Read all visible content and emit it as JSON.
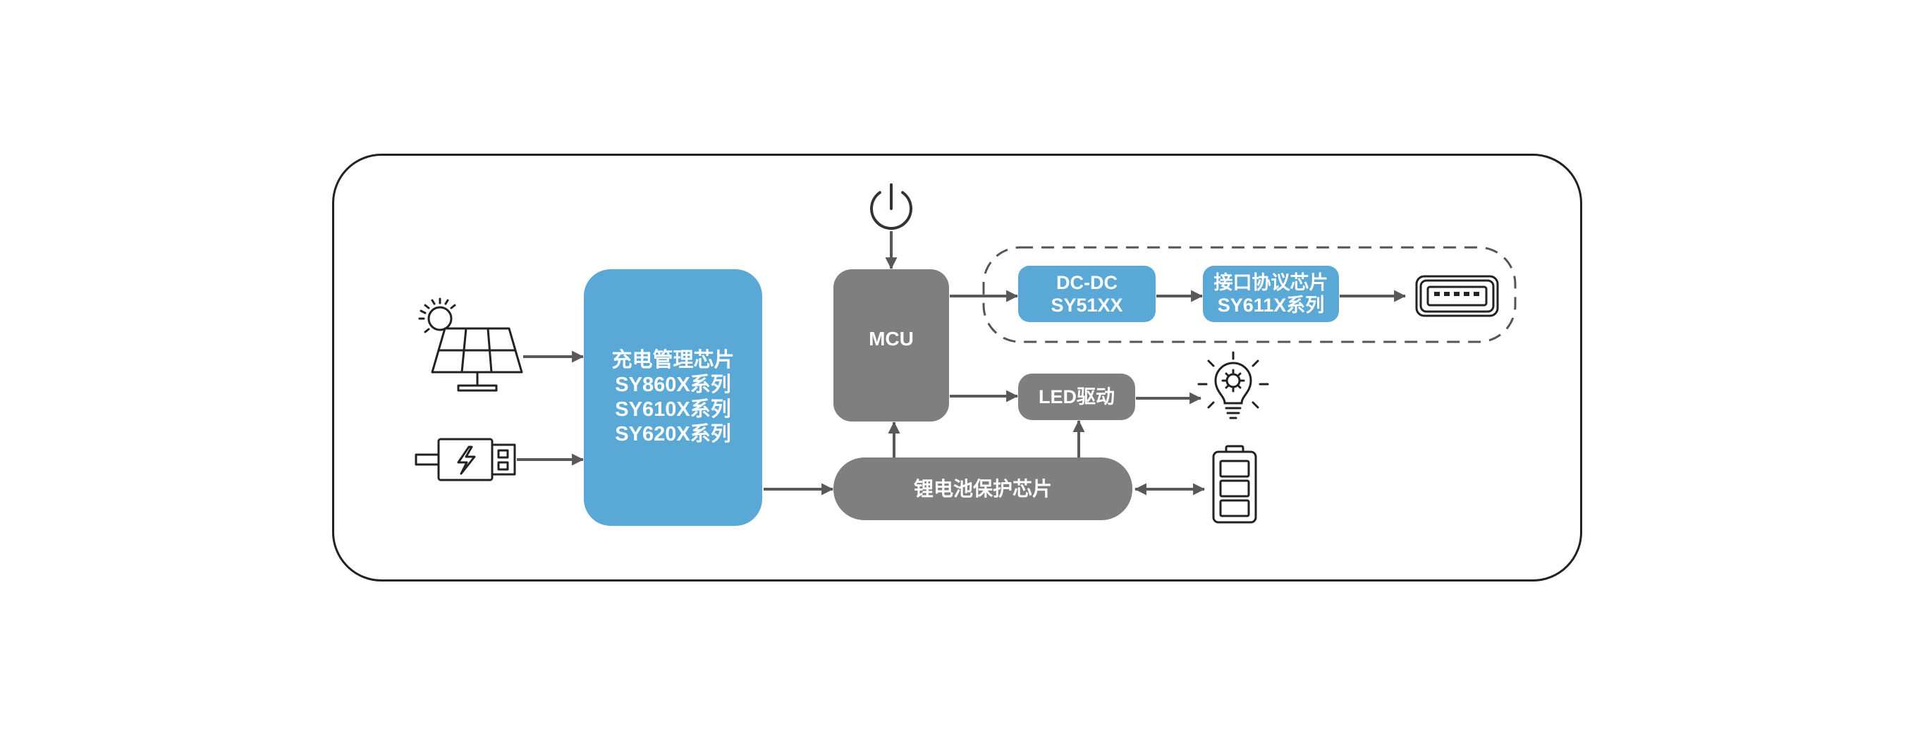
{
  "diagram": {
    "charger": {
      "lines": [
        "充电管理芯片",
        "SY860X系列",
        "SY610X系列",
        "SY620X系列"
      ]
    },
    "mcu": {
      "label": "MCU"
    },
    "battery_protection": {
      "label": "锂电池保护芯片"
    },
    "dcdc": {
      "lines": [
        "DC-DC",
        "SY51XX"
      ]
    },
    "interface_chip": {
      "lines": [
        "接口协议芯片",
        "SY611X系列"
      ]
    },
    "led_driver": {
      "label": "LED驱动"
    }
  },
  "icons": {
    "power": "power-icon",
    "solar": "solar-panel-icon",
    "usb_plug": "usb-plug-icon",
    "usb_port": "usb-port-icon",
    "bulb": "light-bulb-icon",
    "battery": "battery-icon"
  },
  "colors": {
    "chip_blue": "#5aa8d5",
    "chip_gray": "#7f7f7f",
    "arrow": "#595959",
    "outline": "#222222",
    "text": "#ffffff"
  }
}
